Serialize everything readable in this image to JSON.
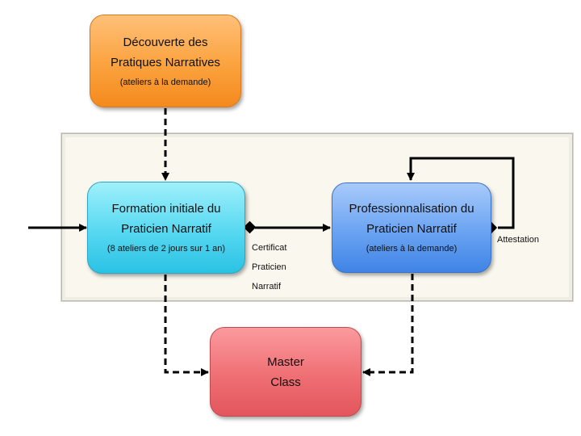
{
  "nodes": {
    "decouverte": {
      "line1": "Découverte des",
      "line2": "Pratiques Narratives",
      "sub": "(ateliers à la demande)",
      "color": "#fba23e"
    },
    "formation": {
      "line1": "Formation initiale du",
      "line2": "Praticien Narratif",
      "sub": "(8 ateliers de 2 jours sur 1 an)",
      "color": "#56d8f1"
    },
    "professionnalisation": {
      "line1": "Professionnalisation du",
      "line2": "Praticien Narratif",
      "sub": "(ateliers à la demande)",
      "color": "#6aa3f2"
    },
    "master": {
      "line1": "Master",
      "line2": "Class",
      "color": "#ef6f74"
    }
  },
  "edge_labels": {
    "certificat": [
      "Certificat",
      "Praticien",
      "Narratif"
    ],
    "attestation": "Attestation"
  }
}
